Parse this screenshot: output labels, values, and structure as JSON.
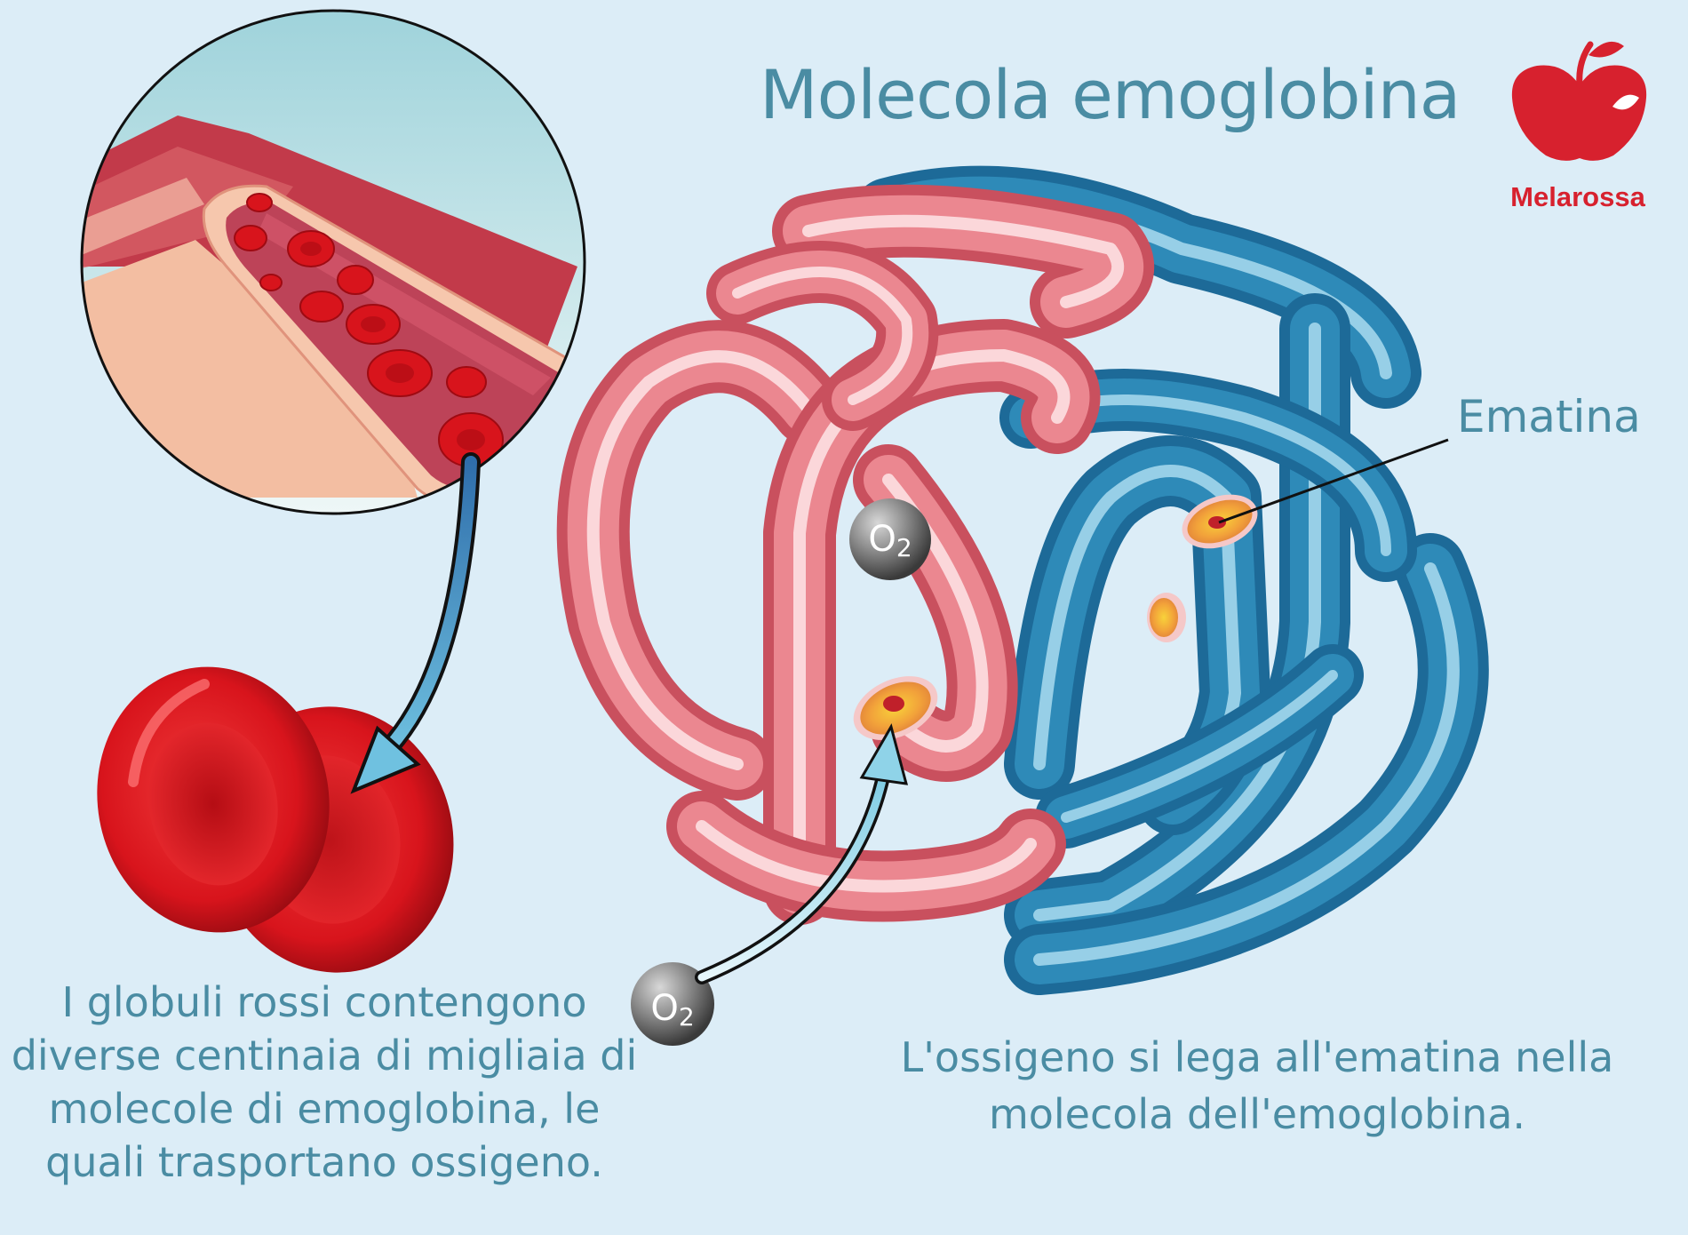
{
  "title": "Molecola emoglobina",
  "brand": {
    "name": "Melarossa",
    "logo_icon": "apple-logo-icon",
    "color": "#d7212e"
  },
  "labels": {
    "ematina": "Ematina",
    "o2_main": "O",
    "o2_sub": "2"
  },
  "captions": {
    "left": "I globuli rossi contengono diverse centinaia di migliaia di molecole di emoglobina, le quali trasportano ossigeno.",
    "right": "L'ossigeno si lega all'ematina nella molecola dell'emoglobina."
  },
  "colors": {
    "background": "#dcedf7",
    "text": "#4a8ca3",
    "alpha_chain": "#e06c74",
    "beta_chain": "#2e8ab8",
    "blood_cell": "#d8141c"
  }
}
